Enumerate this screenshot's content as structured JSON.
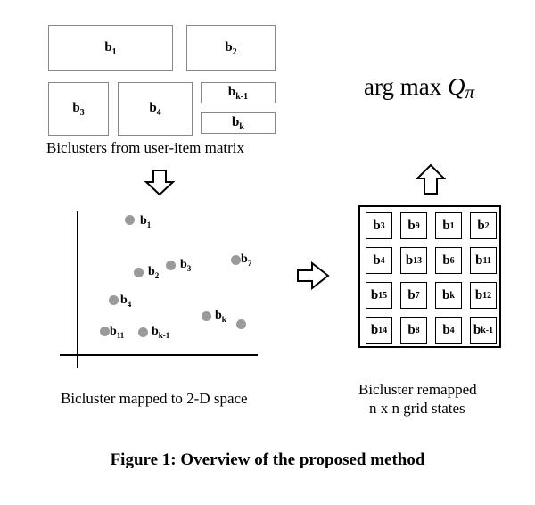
{
  "biclusters": [
    {
      "b": "b",
      "s": "1"
    },
    {
      "b": "b",
      "s": "2"
    },
    {
      "b": "b",
      "s": "3"
    },
    {
      "b": "b",
      "s": "4"
    },
    {
      "b": "b",
      "s": "k-1"
    },
    {
      "b": "b",
      "s": "k"
    }
  ],
  "caption_top": "Biclusters from user-item matrix",
  "scatter_points": [
    {
      "b": "b",
      "s": "1"
    },
    {
      "b": "b",
      "s": "2"
    },
    {
      "b": "b",
      "s": "3"
    },
    {
      "b": "b",
      "s": "7"
    },
    {
      "b": "b",
      "s": "4"
    },
    {
      "b": "b",
      "s": "k"
    },
    {
      "b": "b",
      "s": "11"
    },
    {
      "b": "b",
      "s": "k-1"
    }
  ],
  "caption_scatter": "Bicluster mapped to 2-D space",
  "argmax": {
    "text": "arg max ",
    "q": "Q",
    "pi": "π"
  },
  "grid_cells": [
    [
      "3",
      "9",
      "1",
      "2"
    ],
    [
      "4",
      "13",
      "6",
      "11"
    ],
    [
      "15",
      "7",
      "k",
      "12"
    ],
    [
      "14",
      "8",
      "4",
      "k-1"
    ]
  ],
  "caption_grid_line1": "Bicluster remapped",
  "caption_grid_line2": "n x n grid states",
  "figure_caption": "Figure 1: Overview of the proposed method"
}
